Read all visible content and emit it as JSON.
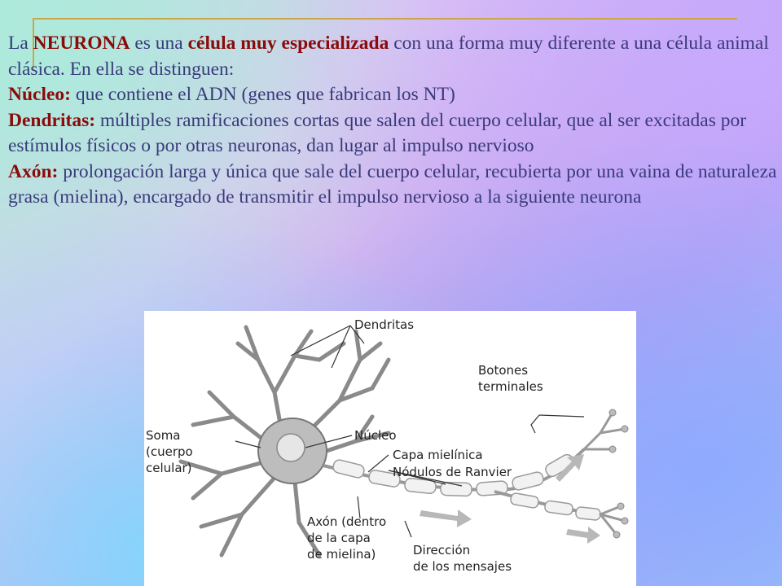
{
  "intro": {
    "prefix": "La",
    "term1": "NEURONA",
    "middle": "es una",
    "term2": "célula muy especializada",
    "suffix": "con una forma muy diferente a una célula animal clásica.  En ella se distinguen:"
  },
  "nucleo": {
    "term": "Núcleo:",
    "text": "que contiene el ADN (genes que fabrican los NT)"
  },
  "dendritas": {
    "term": "Dendritas:",
    "text": "múltiples ramificaciones cortas que salen del cuerpo celular, que al ser excitadas por estímulos físicos o por otras neuronas, dan lugar al impulso nervioso"
  },
  "axon": {
    "term": "Axón:",
    "text": "prolongación larga y única que sale del cuerpo celular, recubierta por una vaina de naturaleza grasa (mielina), encargado de transmitir el impulso nervioso a la siguiente neurona"
  },
  "diagram": {
    "dendritas": "Dendritas",
    "botones_1": "Botones",
    "botones_2": "terminales",
    "soma_1": "Soma",
    "soma_2": "(cuerpo",
    "soma_3": "celular)",
    "nucleo": "Núcleo",
    "capa": "Capa mielínica",
    "nodulos": "Nódulos de Ranvier",
    "axon_1": "Axón (dentro",
    "axon_2": "de la capa",
    "axon_3": "de mielina)",
    "direccion_1": "Dirección",
    "direccion_2": "de los mensajes"
  },
  "colors": {
    "highlight": "#8b0a0a",
    "body_text": "#3a3a7a",
    "accent_line": "#c9a64a"
  }
}
